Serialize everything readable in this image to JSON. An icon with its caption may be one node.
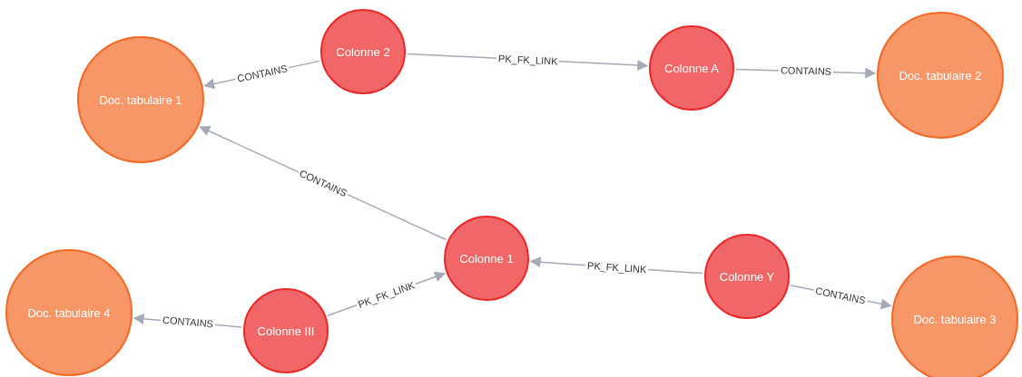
{
  "diagram": {
    "nodes": [
      {
        "text": [
          "Doc. tabulaire 1"
        ]
      },
      {
        "text": [
          "Colonne 2"
        ]
      },
      {
        "text": [
          "Colonne A"
        ]
      },
      {
        "text": [
          "Doc. tabulaire 2"
        ]
      },
      {
        "text": [
          "Colonne 1"
        ]
      },
      {
        "text": [
          "Colonne Y"
        ]
      },
      {
        "text": [
          "Doc. tabulaire 4"
        ]
      },
      {
        "text": [
          "Colonne III"
        ]
      },
      {
        "text": [
          "Doc. tabulaire 3"
        ]
      }
    ],
    "edges": [
      {
        "from": 1,
        "to": 0,
        "arrow": "to",
        "label": "CONTAINS"
      },
      {
        "from": 1,
        "to": 2,
        "arrow": "to",
        "label": "PK_FK_LINK"
      },
      {
        "from": 2,
        "to": 3,
        "arrow": "to",
        "label": "CONTAINS"
      },
      {
        "from": 4,
        "to": 0,
        "arrow": "to",
        "label": "CONTAINS"
      },
      {
        "from": 5,
        "to": 4,
        "arrow": "to",
        "label": "PK_FK_LINK"
      },
      {
        "from": 5,
        "to": 8,
        "arrow": "to",
        "label": "CONTAINS"
      },
      {
        "from": 7,
        "to": 6,
        "arrow": "to",
        "label": "CONTAINS"
      },
      {
        "from": 7,
        "to": 4,
        "arrow": "to",
        "label": "PK_FK_LINK"
      }
    ]
  }
}
